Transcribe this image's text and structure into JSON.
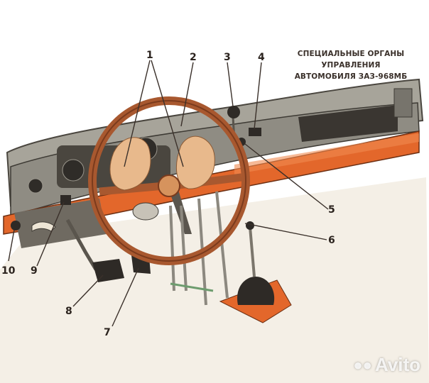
{
  "title": {
    "line1": "СПЕЦИАЛЬНЫЕ ОРГАНЫ УПРАВЛЕНИЯ",
    "line2": "АВТОМОБИЛЯ ЗАЗ-968МБ"
  },
  "callouts": [
    "1",
    "2",
    "3",
    "4",
    "5",
    "6",
    "7",
    "8",
    "9",
    "10"
  ],
  "watermark": "Avito",
  "colors": {
    "dash_top": "#9c9a90",
    "dash_orange": "#e3672b",
    "wheel": "#a8582f",
    "knob": "#e8b98c",
    "dark": "#2e2a26"
  }
}
